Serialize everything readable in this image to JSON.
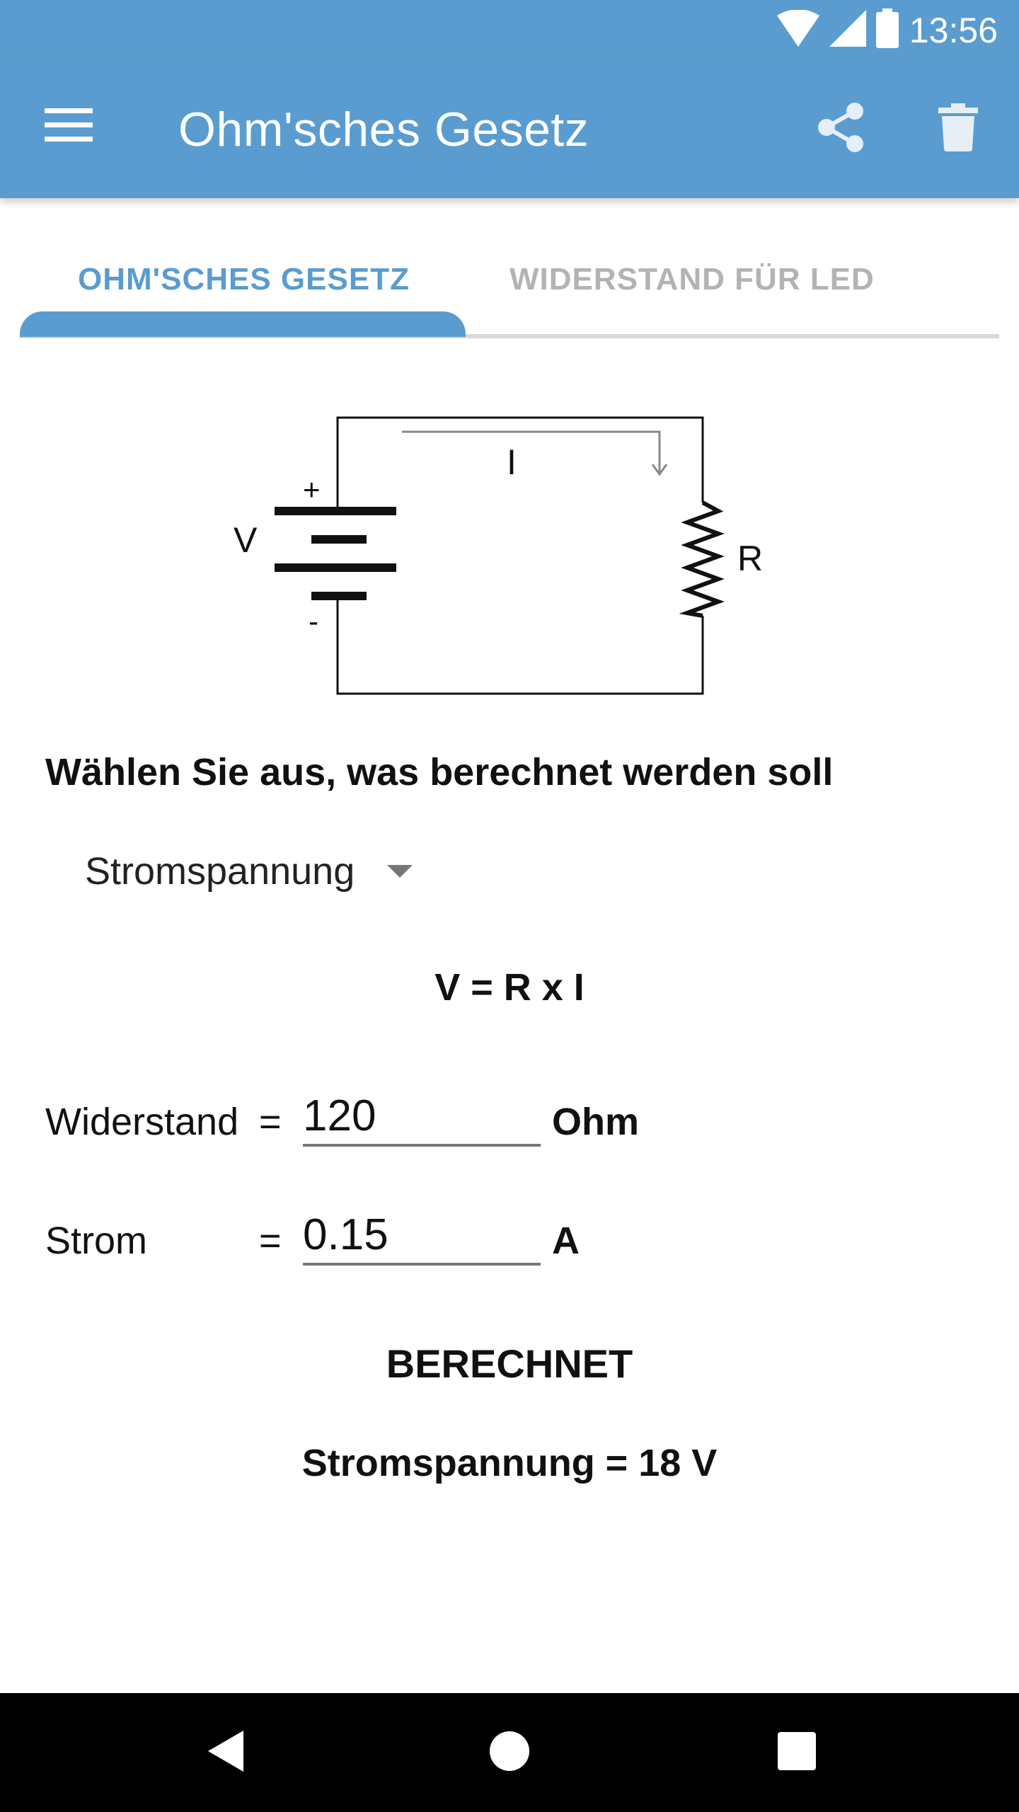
{
  "status_bar": {
    "time": "13:56",
    "icons": [
      "wifi-icon",
      "signal-icon",
      "battery-icon"
    ]
  },
  "app_bar": {
    "title": "Ohm'sches Gesetz",
    "icons": [
      "menu-icon",
      "share-icon",
      "trash-icon"
    ]
  },
  "tabs": [
    {
      "label": "OHM'SCHES GESETZ",
      "active": true
    },
    {
      "label": "WIDERSTAND FÜR LED",
      "active": false
    }
  ],
  "circuit": {
    "voltage_label": "V",
    "plus_label": "+",
    "minus_label": "-",
    "current_label": "I",
    "resistor_label": "R"
  },
  "select_heading": "Wählen Sie aus, was berechnet werden soll",
  "dropdown": {
    "selected": "Stromspannung"
  },
  "formula": "V = R x I",
  "fields": [
    {
      "label": "Widerstand",
      "eq": "=",
      "value": "120",
      "unit": "Ohm"
    },
    {
      "label": "Strom",
      "eq": "=",
      "value": "0.15",
      "unit": "A"
    }
  ],
  "calculate_button": "BERECHNET",
  "result": "Stromspannung = 18 V",
  "colors": {
    "primary": "#5a9ccf",
    "inactive_tab": "#b3b3b3",
    "nav_bar": "#000000"
  }
}
